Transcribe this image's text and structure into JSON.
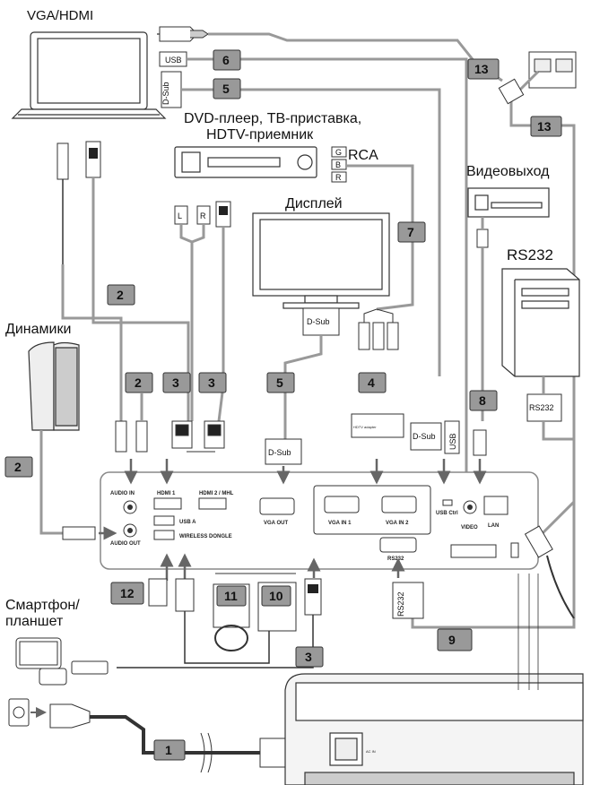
{
  "labels": {
    "vga_hdmi": "VGA/HDMI",
    "dvd_line1": "DVD-плеер, ТВ-приставка,",
    "dvd_line2": "HDTV-приемник",
    "rca": "RCA",
    "display": "Дисплей",
    "video_out": "Видеовыход",
    "rs232_pc": "RS232",
    "speakers": "Динамики",
    "smartphone_line1": "Смартфон/",
    "smartphone_line2": "планшет"
  },
  "connectors": {
    "usb_plug": "USB",
    "dsub_plug": "D-Sub",
    "rca_l": "L",
    "rca_r": "R",
    "rca_g": "G",
    "rca_b": "B",
    "rca_r2": "R",
    "dsub_display": "D-Sub",
    "dsub_5": "D-Sub",
    "hdtv_adapter": "HDTV adapter",
    "dsub_6": "D-Sub",
    "usb_6": "USB",
    "rs232_top": "RS232",
    "rs232_bottom": "RS232"
  },
  "panel": {
    "audio_in": "AUDIO IN",
    "audio_out": "AUDIO OUT",
    "hdmi1": "HDMI 1",
    "hdmi2": "HDMI 2 / MHL",
    "usb_a": "USB A",
    "wireless_dongle": "WIRELESS DONGLE",
    "vga_out": "VGA OUT",
    "vga_in1": "VGA IN 1",
    "vga_in2": "VGA IN 2",
    "usb_ctrl": "USB Ctrl",
    "video": "VIDEO",
    "lan": "LAN",
    "rs232": "RS232",
    "ac_in": "AC IN"
  },
  "numbers": [
    "1",
    "2",
    "2",
    "2",
    "3",
    "3",
    "3",
    "4",
    "5",
    "5",
    "6",
    "7",
    "8",
    "9",
    "10",
    "11",
    "12",
    "13",
    "13"
  ]
}
